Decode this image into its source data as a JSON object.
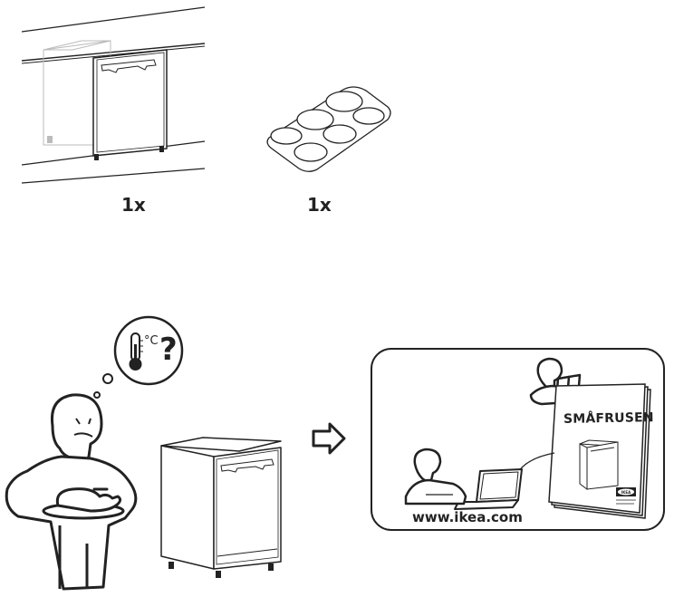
{
  "parts": [
    {
      "name": "integrated-freezer",
      "quantity": "1x"
    },
    {
      "name": "ice-tray",
      "quantity": "1x"
    }
  ],
  "notice": {
    "thermometer_unit": "°C",
    "question_mark": "?"
  },
  "website": "www.ikea.com",
  "manual": {
    "title": "SMÅFRUSEN",
    "brand_logo": "IKEA"
  }
}
